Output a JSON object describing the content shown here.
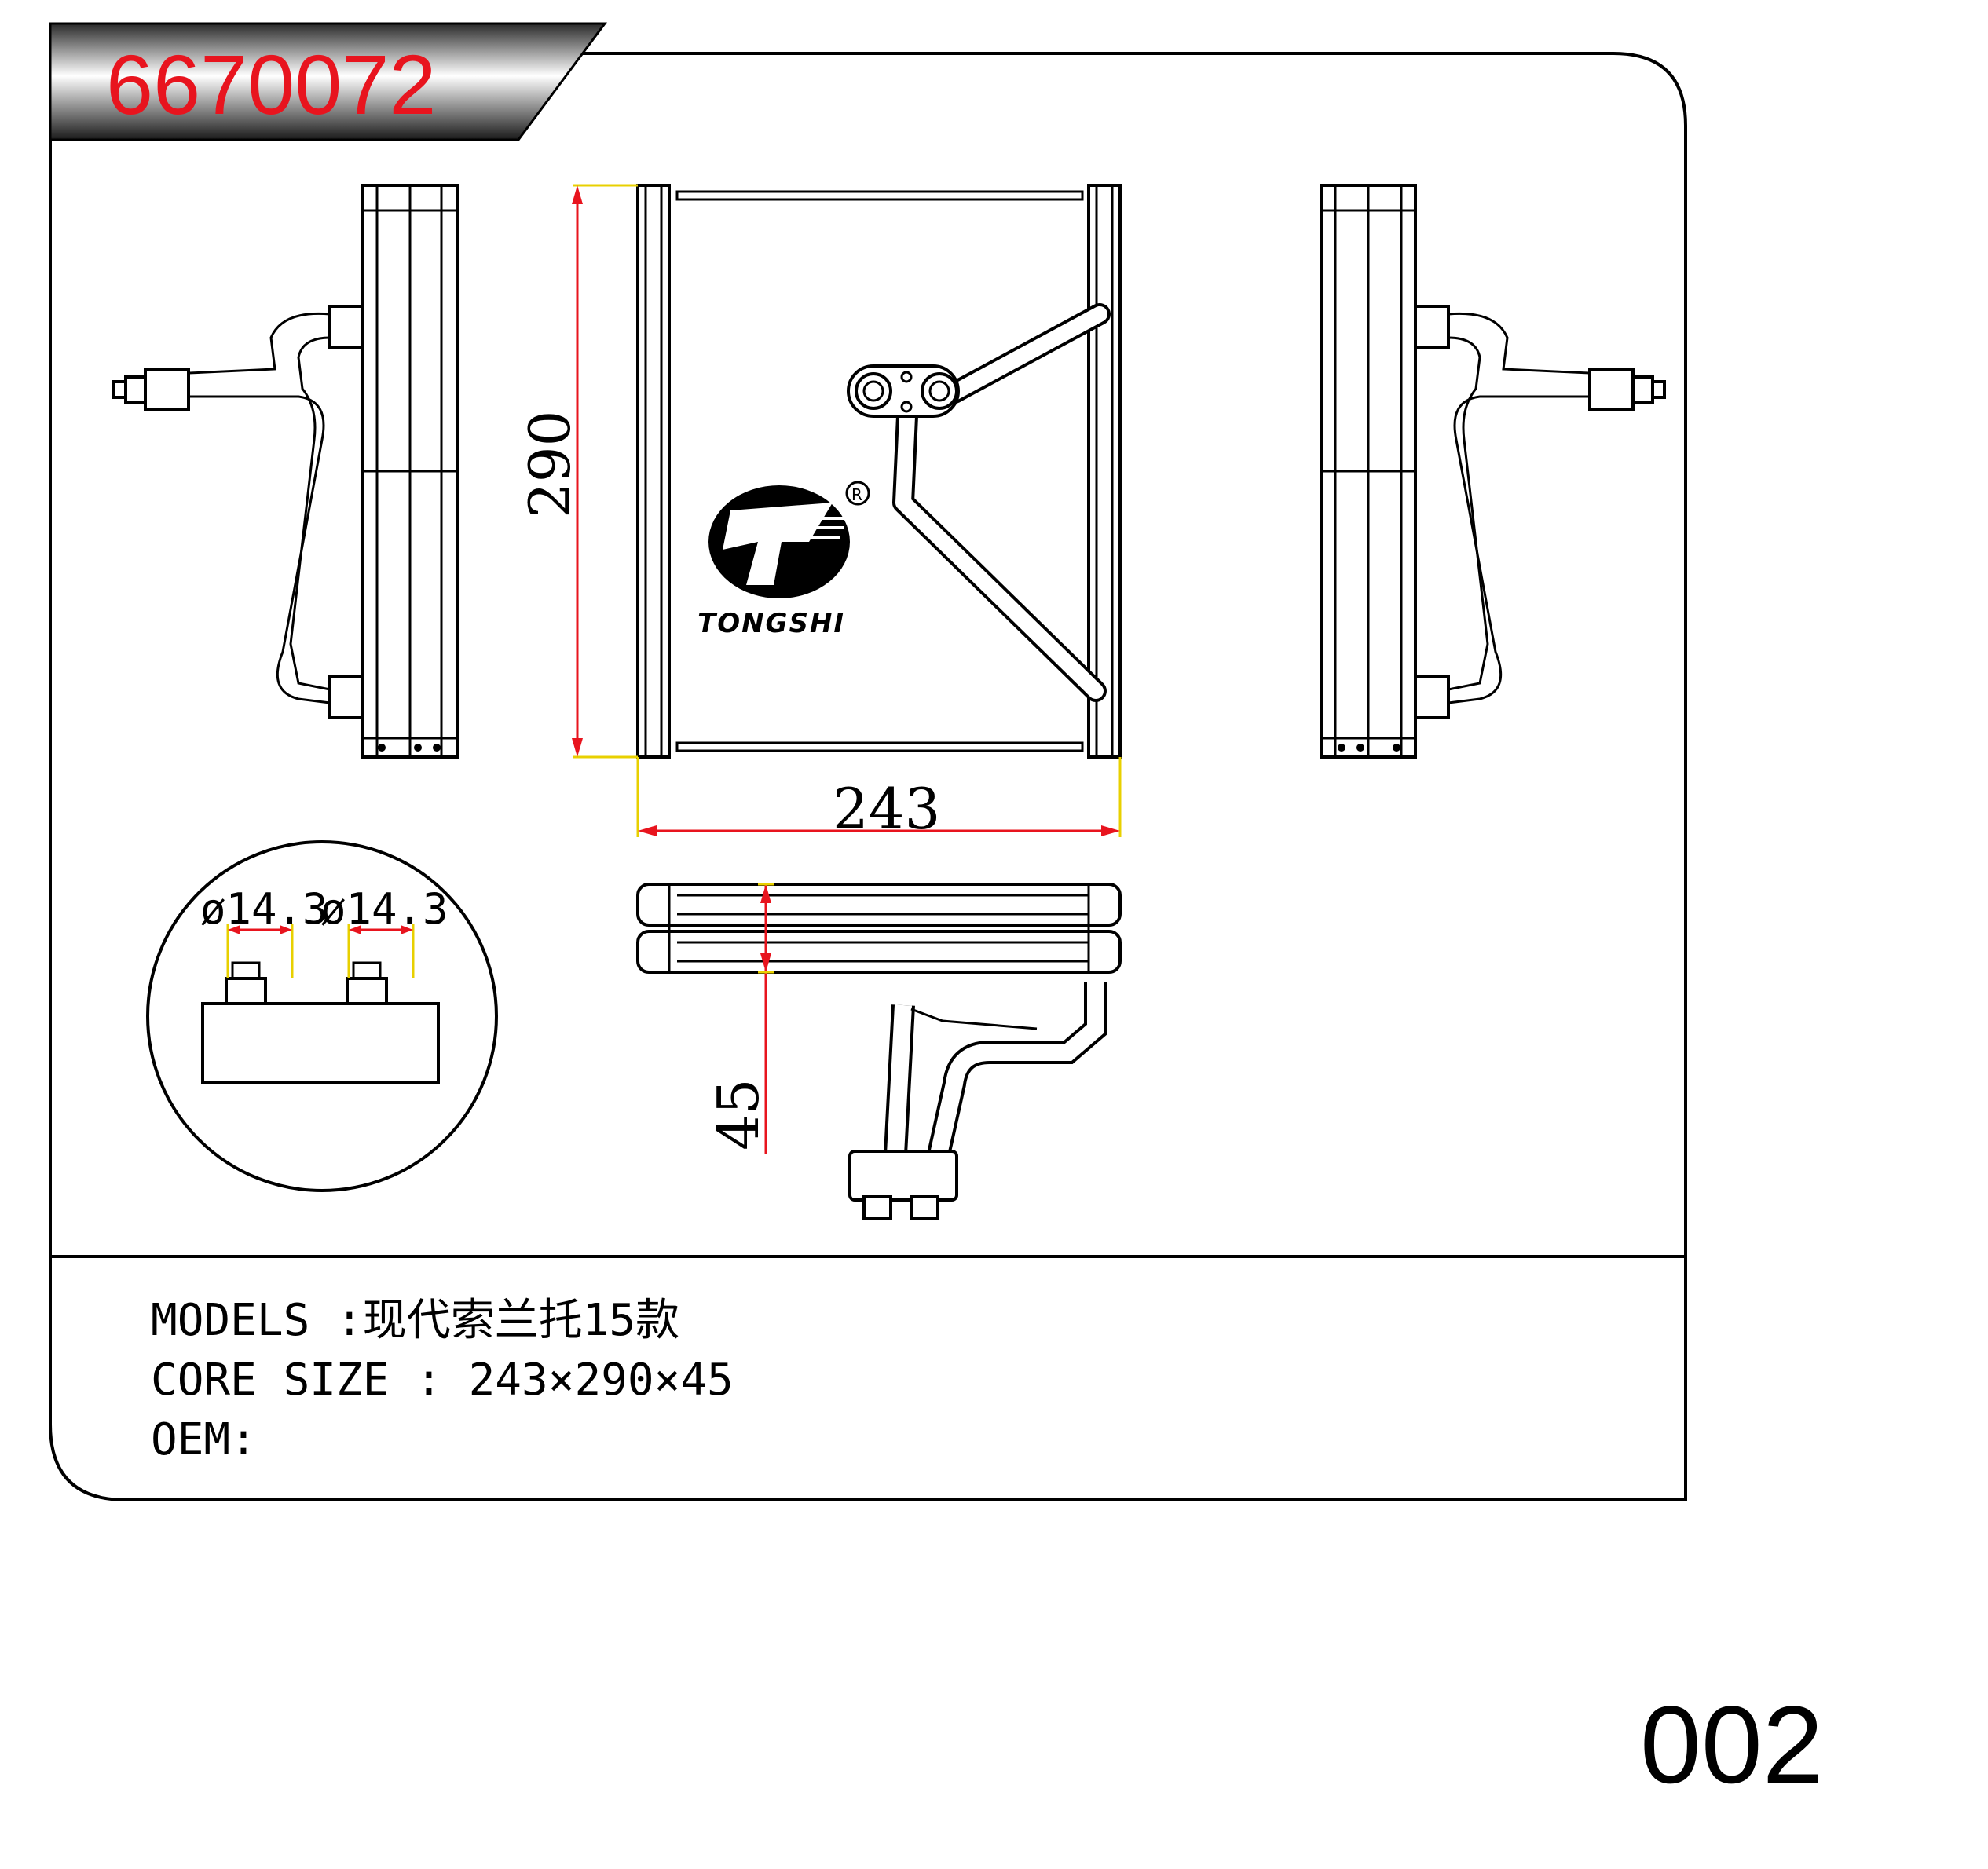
{
  "header": {
    "part_number": "6670072"
  },
  "dimensions": {
    "height": "290",
    "width": "243",
    "depth": "45",
    "pipe_left": "ø14.3",
    "pipe_right": "ø14.3"
  },
  "brand": {
    "name": "TONGSHI",
    "registered": "R"
  },
  "info": {
    "models": "MODELS :现代索兰托15款",
    "core_size": "CORE SIZE : 243×290×45",
    "oem": "OEM:"
  },
  "footer": {
    "page_number": "002"
  },
  "colors": {
    "accent": "#e8141e",
    "extension_lines": "#e8d000",
    "line": "#000000"
  }
}
